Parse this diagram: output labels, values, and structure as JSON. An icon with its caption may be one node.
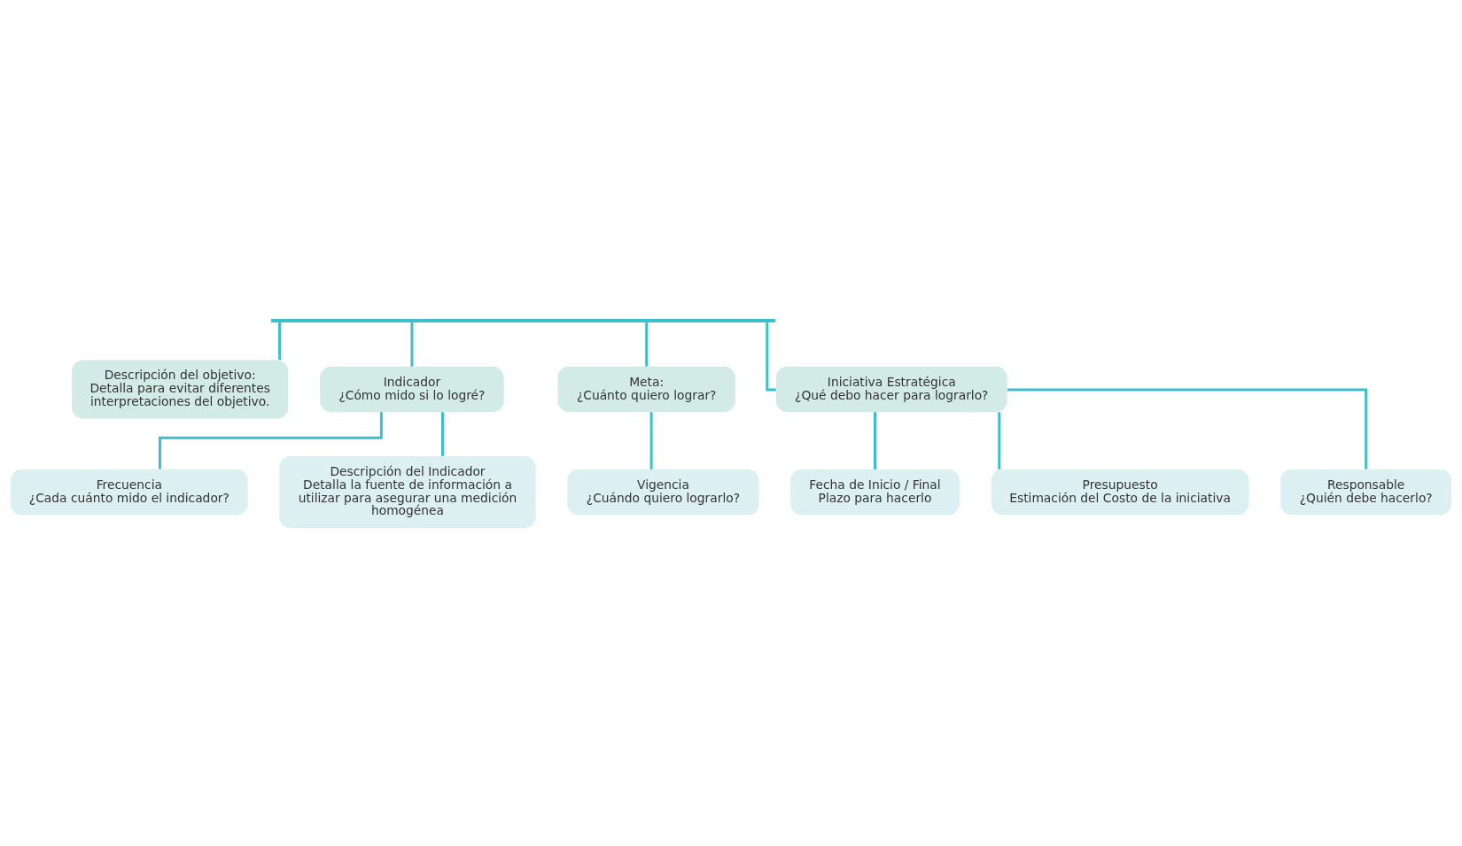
{
  "diagram": {
    "nodes": [
      {
        "text": [],
        "shape": "bar"
      },
      {
        "text": [
          "Descripción del objetivo:",
          "Detalla para evitar diferentes interpretaciones del objetivo."
        ]
      },
      {
        "text": [
          "Indicador",
          "¿Cómo mido si lo logré?"
        ]
      },
      {
        "text": [
          "Meta:",
          "¿Cuánto quiero lograr?"
        ]
      },
      {
        "text": [
          "Frecuencia",
          "¿Cada cuánto mido el indicador?"
        ]
      },
      {
        "text": [
          "Descripción del Indicador",
          "Detalla la fuente de información a utilizar para asegurar una medición homogénea"
        ]
      },
      {
        "text": [
          "Vigencia",
          "¿Cuándo quiero lograrlo?"
        ]
      },
      {
        "text": [
          "Iniciativa Estratégica",
          "¿Qué debo hacer para lograrlo?"
        ]
      },
      {
        "text": [
          "Fecha de Inicio / Final",
          "Plazo para hacerlo"
        ]
      },
      {
        "text": [
          "Presupuesto",
          "Estimación del Costo de la iniciativa"
        ]
      },
      {
        "text": [
          "Responsable",
          "¿Quién debe hacerlo?"
        ]
      }
    ],
    "edges": [
      {
        "from": 0,
        "to": 1,
        "arrow": "none"
      },
      {
        "from": 0,
        "to": 3,
        "arrow": "none"
      },
      {
        "from": 0,
        "to": 7,
        "arrow": "none"
      },
      {
        "from": 0,
        "to": 2,
        "arrow": "none"
      },
      {
        "from": 2,
        "to": 4,
        "arrow": "none"
      },
      {
        "from": 2,
        "to": 5,
        "arrow": "none"
      },
      {
        "from": 3,
        "to": 6,
        "arrow": "none"
      },
      {
        "from": 7,
        "to": 8,
        "arrow": "none"
      },
      {
        "from": 7,
        "to": 9,
        "arrow": "none"
      },
      {
        "from": 7,
        "to": 10,
        "arrow": "none"
      }
    ]
  }
}
